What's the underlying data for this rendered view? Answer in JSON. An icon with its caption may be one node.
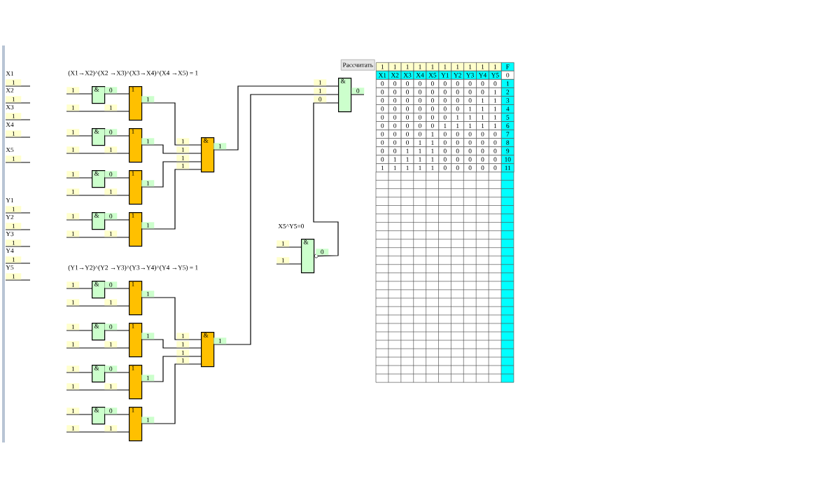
{
  "diagram": {
    "nodes": [
      {
        "text": [
          "&"
        ]
      },
      {
        "text": [
          "1"
        ]
      },
      {
        "text": [
          "&"
        ]
      },
      {
        "text": [
          "1"
        ]
      },
      {
        "text": [
          "&"
        ]
      },
      {
        "text": [
          "1"
        ]
      },
      {
        "text": [
          "&"
        ]
      },
      {
        "text": [
          "1"
        ]
      },
      {
        "text": [
          "&"
        ]
      },
      {
        "text": [
          "&"
        ]
      },
      {
        "text": [
          "1"
        ]
      },
      {
        "text": [
          "&"
        ]
      },
      {
        "text": [
          "1"
        ]
      },
      {
        "text": [
          "&"
        ]
      },
      {
        "text": [
          "1"
        ]
      },
      {
        "text": [
          "&"
        ]
      },
      {
        "text": [
          "1"
        ]
      },
      {
        "text": [
          "&"
        ]
      },
      {
        "text": [
          "&"
        ]
      },
      {
        "text": [
          "&"
        ]
      }
    ],
    "edges": [
      {
        "from": null,
        "to": 0,
        "arrow": "none",
        "label": "1"
      },
      {
        "from": 0,
        "to": 1,
        "arrow": "none",
        "label": "0"
      },
      {
        "from": null,
        "to": 1,
        "arrow": "none",
        "label": "1"
      },
      {
        "from": 1,
        "to": 8,
        "arrow": "none",
        "label": "1"
      },
      {
        "from": null,
        "to": 2,
        "arrow": "none",
        "label": "1"
      },
      {
        "from": 2,
        "to": 3,
        "arrow": "none",
        "label": "0"
      },
      {
        "from": null,
        "to": 3,
        "arrow": "none",
        "label": "1"
      },
      {
        "from": 3,
        "to": 8,
        "arrow": "none",
        "label": "1"
      },
      {
        "from": null,
        "to": 4,
        "arrow": "none",
        "label": "1"
      },
      {
        "from": 4,
        "to": 5,
        "arrow": "none",
        "label": "0"
      },
      {
        "from": null,
        "to": 5,
        "arrow": "none",
        "label": "1"
      },
      {
        "from": 5,
        "to": 8,
        "arrow": "none",
        "label": "1"
      },
      {
        "from": null,
        "to": 6,
        "arrow": "none",
        "label": "1"
      },
      {
        "from": 6,
        "to": 7,
        "arrow": "none",
        "label": "0"
      },
      {
        "from": null,
        "to": 7,
        "arrow": "none",
        "label": "1"
      },
      {
        "from": 7,
        "to": 8,
        "arrow": "none",
        "label": "1"
      },
      {
        "from": 8,
        "to": 18,
        "arrow": "none",
        "label": "1"
      },
      {
        "from": null,
        "to": 9,
        "arrow": "none",
        "label": "1"
      },
      {
        "from": 9,
        "to": 10,
        "arrow": "none",
        "label": "0"
      },
      {
        "from": null,
        "to": 10,
        "arrow": "none",
        "label": "1"
      },
      {
        "from": 10,
        "to": 17,
        "arrow": "none",
        "label": "1"
      },
      {
        "from": null,
        "to": 11,
        "arrow": "none",
        "label": "1"
      },
      {
        "from": 11,
        "to": 12,
        "arrow": "none",
        "label": "0"
      },
      {
        "from": null,
        "to": 12,
        "arrow": "none",
        "label": "1"
      },
      {
        "from": 12,
        "to": 17,
        "arrow": "none",
        "label": "1"
      },
      {
        "from": null,
        "to": 13,
        "arrow": "none",
        "label": "1"
      },
      {
        "from": 13,
        "to": 14,
        "arrow": "none",
        "label": "0"
      },
      {
        "from": null,
        "to": 14,
        "arrow": "none",
        "label": "1"
      },
      {
        "from": 14,
        "to": 17,
        "arrow": "none",
        "label": "1"
      },
      {
        "from": null,
        "to": 15,
        "arrow": "none",
        "label": "1"
      },
      {
        "from": 15,
        "to": 16,
        "arrow": "none",
        "label": "0"
      },
      {
        "from": null,
        "to": 16,
        "arrow": "none",
        "label": "1"
      },
      {
        "from": 16,
        "to": 17,
        "arrow": "none",
        "label": "1"
      },
      {
        "from": 17,
        "to": 18,
        "arrow": "none",
        "label": "1"
      },
      {
        "from": null,
        "to": 19,
        "arrow": "none",
        "label": "1"
      },
      {
        "from": null,
        "to": 19,
        "arrow": "none",
        "label": "1"
      },
      {
        "from": 19,
        "to": 18,
        "arrow": "none",
        "label": "0"
      },
      {
        "from": 18,
        "to": null,
        "arrow": "none",
        "label": "0"
      }
    ],
    "labels": [
      "X1",
      "1",
      "X2",
      "1",
      "X3",
      "1",
      "X4",
      "1",
      "X5",
      "1",
      "Y1",
      "1",
      "Y2",
      "1",
      "Y3",
      "1",
      "Y4",
      "1",
      "Y5",
      "1",
      "(X1→X2)^(X2 →X3)^(X3→X4)^(X4 →X5) = 1",
      "1",
      "1",
      "1",
      "1",
      "1",
      "1",
      "1",
      "1",
      "(Y1→Y2)^(Y2 →Y3)^(Y3→Y4)^(Y4 →Y5) = 1",
      "1",
      "1",
      "1",
      "1",
      "1",
      "1",
      "1",
      "1",
      "1",
      "1",
      "0",
      "X5^Y5=0",
      "Рассчитать",
      "1",
      "1",
      "1",
      "1",
      "1",
      "1",
      "1",
      "1",
      "1",
      "1",
      "F",
      "X1",
      "X2",
      "X3",
      "X4",
      "X5",
      "Y1",
      "Y2",
      "Y3",
      "Y4",
      "Y5",
      "0",
      "0",
      "0",
      "0",
      "0",
      "0",
      "0",
      "0",
      "0",
      "0",
      "0",
      "1",
      "0",
      "0",
      "0",
      "0",
      "0",
      "0",
      "0",
      "0",
      "0",
      "1",
      "2",
      "0",
      "0",
      "0",
      "0",
      "0",
      "0",
      "0",
      "0",
      "1",
      "1",
      "3",
      "0",
      "0",
      "0",
      "0",
      "0",
      "0",
      "0",
      "1",
      "1",
      "1",
      "4",
      "0",
      "0",
      "0",
      "0",
      "0",
      "0",
      "1",
      "1",
      "1",
      "1",
      "5",
      "0",
      "0",
      "0",
      "0",
      "0",
      "1",
      "1",
      "1",
      "1",
      "1",
      "6",
      "0",
      "0",
      "0",
      "0",
      "1",
      "0",
      "0",
      "0",
      "0",
      "0",
      "7",
      "0",
      "0",
      "0",
      "1",
      "1",
      "0",
      "0",
      "0",
      "0",
      "0",
      "8",
      "0",
      "0",
      "1",
      "1",
      "1",
      "0",
      "0",
      "0",
      "0",
      "0",
      "9",
      "0",
      "1",
      "1",
      "1",
      "1",
      "0",
      "0",
      "0",
      "0",
      "0",
      "10",
      "1",
      "1",
      "1",
      "1",
      "1",
      "0",
      "0",
      "0",
      "0",
      "0",
      "11"
    ]
  }
}
